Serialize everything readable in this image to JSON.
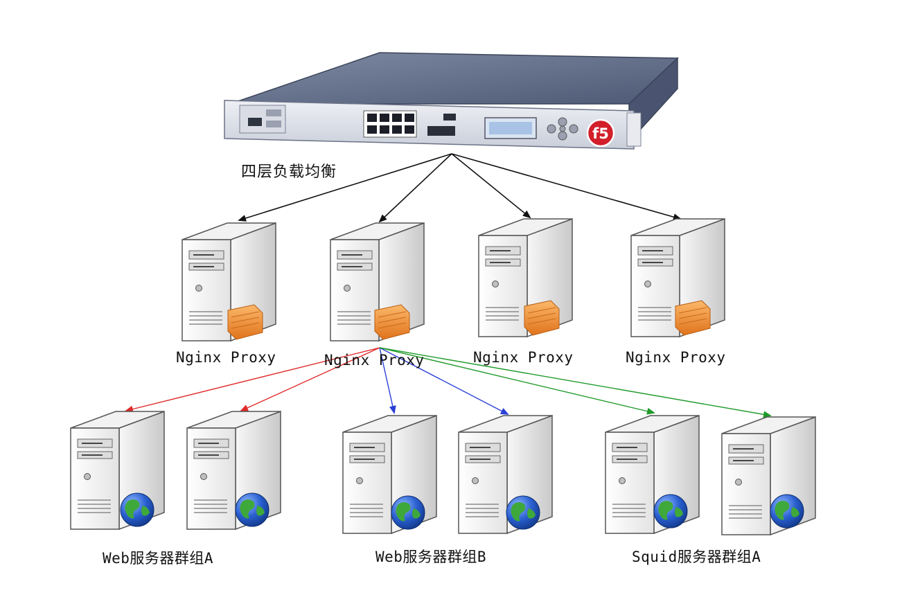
{
  "balancer": {
    "label": "四层负载均衡",
    "brand": "f5",
    "brand_color": "#d21f2a",
    "chassis_color": "#5f6b85"
  },
  "proxy_tier": {
    "items": [
      {
        "label": "Nginx Proxy"
      },
      {
        "label": "Nginx Proxy"
      },
      {
        "label": "Nginx Proxy"
      },
      {
        "label": "Nginx Proxy"
      }
    ],
    "badge": "firewall-icon",
    "badge_color": "#f08a2a"
  },
  "server_groups": [
    {
      "label": "Web服务器群组A",
      "arrow_color": "#e02a2a",
      "servers": 2
    },
    {
      "label": "Web服务器群组B",
      "arrow_color": "#2a3fd6",
      "servers": 2
    },
    {
      "label": "Squid服务器群组A",
      "arrow_color": "#1f9a2a",
      "servers": 2
    }
  ],
  "server_badge": "globe-icon",
  "connector_color": "#111111"
}
